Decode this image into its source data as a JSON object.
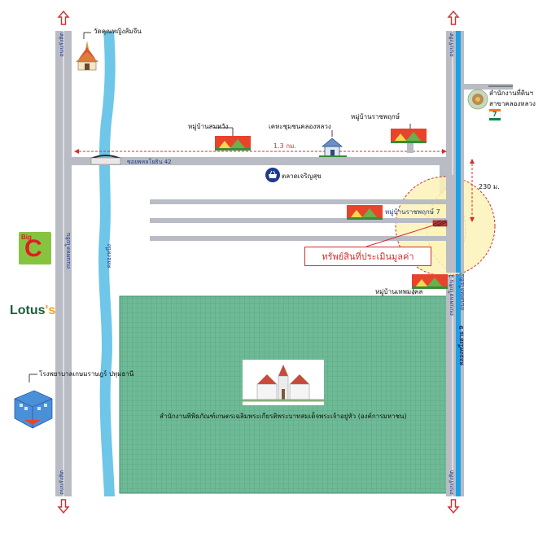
{
  "roads": {
    "left_main_top": "ถนนรังสิต",
    "left_main_bottom": "ถนนรังสิต",
    "left_main_mid": "ถนนพหลโยธิน",
    "right_main_top": "ถนนรังสิต",
    "right_main_bottom": "ถนนรังสิต",
    "right_main_mid": "ถนนพหลโยธิน 2",
    "right_main_mid2": "ถนนพหลโยธิน",
    "canal_road": "คลองหนึ่ง",
    "soi": "ซอยพหลโยธิน 42",
    "klong_9": "คลองหนึ่งสาย 9"
  },
  "labels": {
    "temple": "วัดคุณหญิงส้มจีน",
    "land_office_1": "สำนักงานที่ดินฯ",
    "land_office_2": "สาขาคลองหลวง",
    "village_somwang": "หมู่บ้านสมหวัง",
    "community_house": "เคหะชุมชนคลองหลวง",
    "village_rajapruk": "หมู่บ้านราชพฤกษ์",
    "village_rajapruk7": "หมู่บ้านราชพฤกษ์ 7",
    "market": "ตลาดเจริญสุข",
    "village_thepmongkol": "หมู่บ้านเทพมงคล",
    "hospital": "โรงพยาบาลเกษมราษฎร์ ปทุมธานี",
    "museum": "สำนักงานพิพิธภัณฑ์เกษตรเฉลิมพระเกียรติพระบาทสมเด็จพระเจ้าอยู่หัว (องค์การมหาชน)",
    "asset": "ทรัพย์สินที่ประเมินมูลค่า",
    "distance_horizontal": "1.3 กม.",
    "distance_vertical": "230 ม.",
    "lotus_main": "Lotus",
    "lotus_suffix": "'s",
    "bigc_small": "Big",
    "bigc_letter": "C",
    "seven_eleven": "7"
  },
  "colors": {
    "road": "#b9bcc4",
    "canal": "#6ec6e8",
    "museum_area": "#5fae8a",
    "asset_circle": "#fbf3b8",
    "accent_red": "#d32f2f",
    "label_blue": "#1e3a8a"
  }
}
